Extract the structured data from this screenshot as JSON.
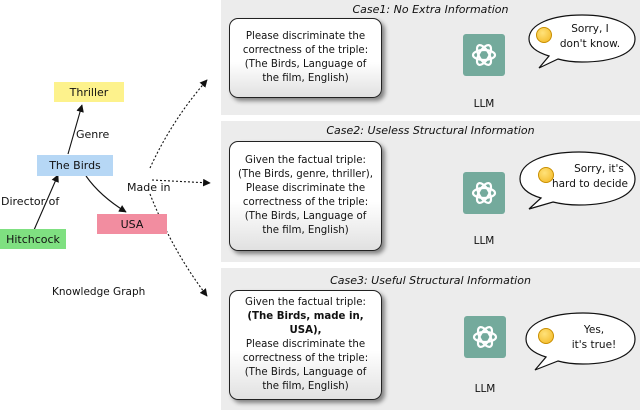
{
  "knowledge_graph": {
    "caption": "Knowledge Graph",
    "nodes": {
      "thriller": "Thriller",
      "the_birds": "The Birds",
      "hitchcock": "Hitchcock",
      "usa": "USA"
    },
    "edges": {
      "genre": "Genre",
      "director_of": "Director of",
      "made_in": "Made in"
    }
  },
  "cases": [
    {
      "title": "Case1: No Extra Information",
      "prompt_lines": [
        "Please discriminate the",
        "correctness of the triple:",
        "(The Birds, Language of",
        "the film, English)"
      ],
      "llm_label": "LLM",
      "reply_lines": [
        "Sorry, I",
        "don't know."
      ]
    },
    {
      "title": "Case2: Useless Structural Information",
      "prompt_lines": [
        "Given the factual triple:",
        "(The Birds, genre, thriller),",
        "Please discriminate the",
        "correctness of the triple:",
        "(The Birds, Language of",
        "the film, English)"
      ],
      "llm_label": "LLM",
      "reply_lines": [
        "Sorry, it's",
        "hard to decide"
      ]
    },
    {
      "title": "Case3: Useful Structural Information",
      "prompt_lines": [
        "Given the factual triple:",
        "(The Birds, made in, USA),",
        "Please discriminate the",
        "correctness of the triple:",
        "(The Birds, Language of",
        "the film, English)"
      ],
      "llm_label": "LLM",
      "reply_lines": [
        "Yes,",
        "it's true!"
      ]
    }
  ],
  "colors": {
    "thriller": "#fdf28c",
    "the_birds": "#b6d7f5",
    "hitchcock": "#7fe081",
    "usa": "#f28da0",
    "panel": "#ececec",
    "llm_logo": "#74aa9c"
  },
  "icons": [
    "llm-logo-icon",
    "face-emoji-icon",
    "speech-bubble-icon"
  ]
}
